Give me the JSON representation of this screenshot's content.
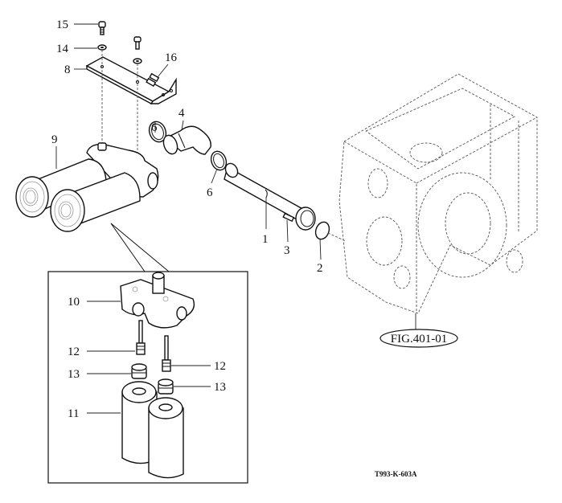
{
  "diagram": {
    "callouts": {
      "c1": "1",
      "c2": "2",
      "c3": "3",
      "c4": "4",
      "c6a": "6",
      "c6b": "6",
      "c8": "8",
      "c9": "9",
      "c10": "10",
      "c11": "11",
      "c12a": "12",
      "c12b": "12",
      "c13a": "13",
      "c13b": "13",
      "c14": "14",
      "c15": "15",
      "c16": "16"
    },
    "figure_reference": "FIG.401-01",
    "drawing_code": "T993-K-603A"
  }
}
